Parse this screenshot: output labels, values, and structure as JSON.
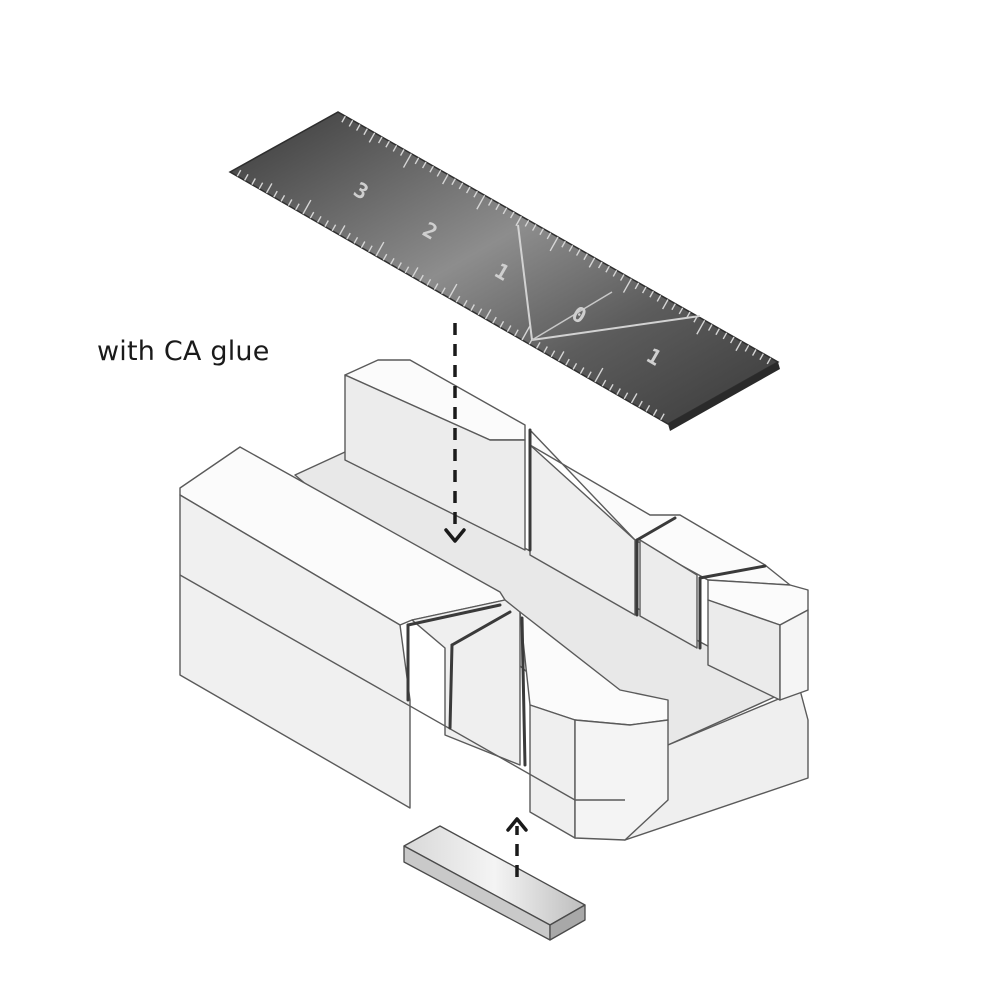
{
  "annotation": {
    "label": "with CA glue"
  },
  "ruler": {
    "numbers": [
      "3",
      "2",
      "1",
      "0",
      "1"
    ]
  },
  "colors": {
    "background": "#ffffff",
    "box_face": "#f2f2f2",
    "box_top": "#fafafa",
    "box_shadow": "#e4e4e4",
    "outline": "#5a5a5a",
    "ruler_dark": "#3c3c3c",
    "ruler_light": "#9a9a9a",
    "arrow": "#1a1a1a"
  }
}
